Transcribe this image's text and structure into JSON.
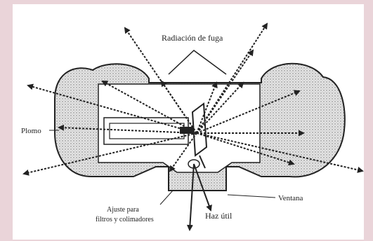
{
  "labels": {
    "leakage_radiation": "Radiación de fuga",
    "lead": "Plomo",
    "window": "Ventana",
    "useful_beam": "Haz útil",
    "filter_mount_line1": "Ajuste para",
    "filter_mount_line2": "filtros y colimadores"
  },
  "colors": {
    "background": "#ead4d9",
    "panel": "#ffffff",
    "lead_fill": "#d7d7d7",
    "ink": "#222222"
  }
}
